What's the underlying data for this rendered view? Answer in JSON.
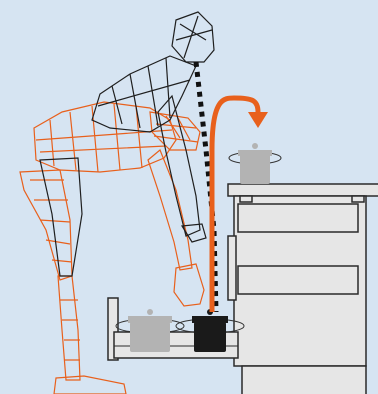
{
  "colors": {
    "background": "#d6e4f2",
    "figure_dark": "#1f1f1f",
    "figure_orange": "#e8601c",
    "arrow": "#e8601c",
    "pot_grey": "#b3b3b3",
    "pot_black": "#1a1a1a",
    "cabinet_fill": "#e6e6e6",
    "cabinet_stroke": "#2a2a2a"
  },
  "scene": {
    "figures": [
      {
        "name": "upright-posture",
        "color_key": "figure_dark"
      },
      {
        "name": "bent-posture",
        "color_key": "figure_orange"
      }
    ],
    "pots": [
      {
        "name": "pot-counter",
        "color_key": "pot_grey"
      },
      {
        "name": "pot-drawer-grey",
        "color_key": "pot_grey"
      },
      {
        "name": "pot-drawer-black",
        "color_key": "pot_black"
      }
    ],
    "icons": [
      "lift-arrow-icon",
      "sightline-icon"
    ]
  }
}
